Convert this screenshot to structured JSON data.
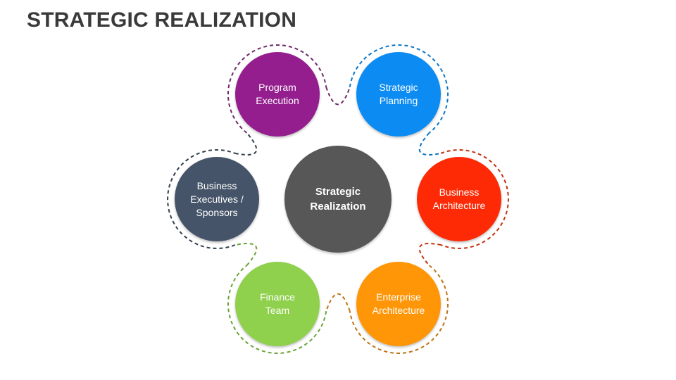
{
  "title": "STRATEGIC REALIZATION",
  "center": {
    "label": "Strategic\nRealization",
    "color": "#575757"
  },
  "nodes": [
    {
      "id": "program-execution",
      "label": "Program\nExecution",
      "color": "#941e8e",
      "dash": "#6e2a68"
    },
    {
      "id": "strategic-planning",
      "label": "Strategic\nPlanning",
      "color": "#0c8cf2",
      "dash": "#0d77c7"
    },
    {
      "id": "business-architecture",
      "label": "Business\nArchitecture",
      "color": "#fe2a05",
      "dash": "#c2350f"
    },
    {
      "id": "enterprise-architecture",
      "label": "Enterprise\nArchitecture",
      "color": "#fe9607",
      "dash": "#c07315"
    },
    {
      "id": "finance-team",
      "label": "Finance\nTeam",
      "color": "#8fd04c",
      "dash": "#6aa53a"
    },
    {
      "id": "business-executives-sponsors",
      "label": "Business\nExecutives /\nSponsors",
      "color": "#455468",
      "dash": "#33404f"
    }
  ]
}
